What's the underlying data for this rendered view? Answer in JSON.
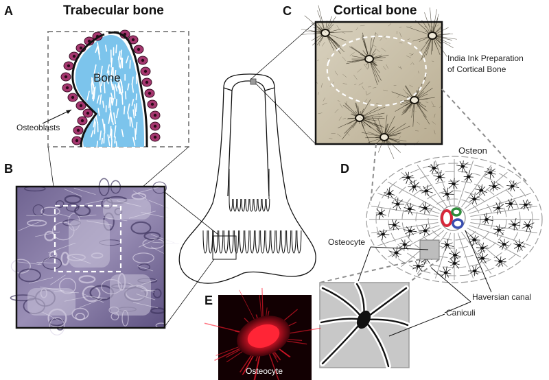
{
  "panels": {
    "a": {
      "letter": "A",
      "title": "Trabecular bone",
      "bone_label": "Bone",
      "cell_label": "Osteoblasts"
    },
    "b": {
      "letter": "B"
    },
    "c": {
      "letter": "C",
      "title": "Cortical bone",
      "caption_line1": "India Ink Preparation",
      "caption_line2": "of Cortical Bone"
    },
    "d": {
      "letter": "D",
      "osteon_label": "Osteon",
      "osteocyte_label": "Osteocyte",
      "haversian_label": "Haversian canal",
      "caniculi_label": "Caniculi"
    },
    "e": {
      "letter": "E",
      "micrograph_label": "Osteocyte"
    }
  },
  "colors": {
    "bone_fill": "#7cc4ec",
    "osteoblast_fill": "#a5376f",
    "fluorescence": "#ff1a2e",
    "canal_red": "#d8273a",
    "canal_green": "#2e8b3a",
    "canal_blue": "#3a4fb0",
    "guide_gray": "#8c8c8c"
  }
}
